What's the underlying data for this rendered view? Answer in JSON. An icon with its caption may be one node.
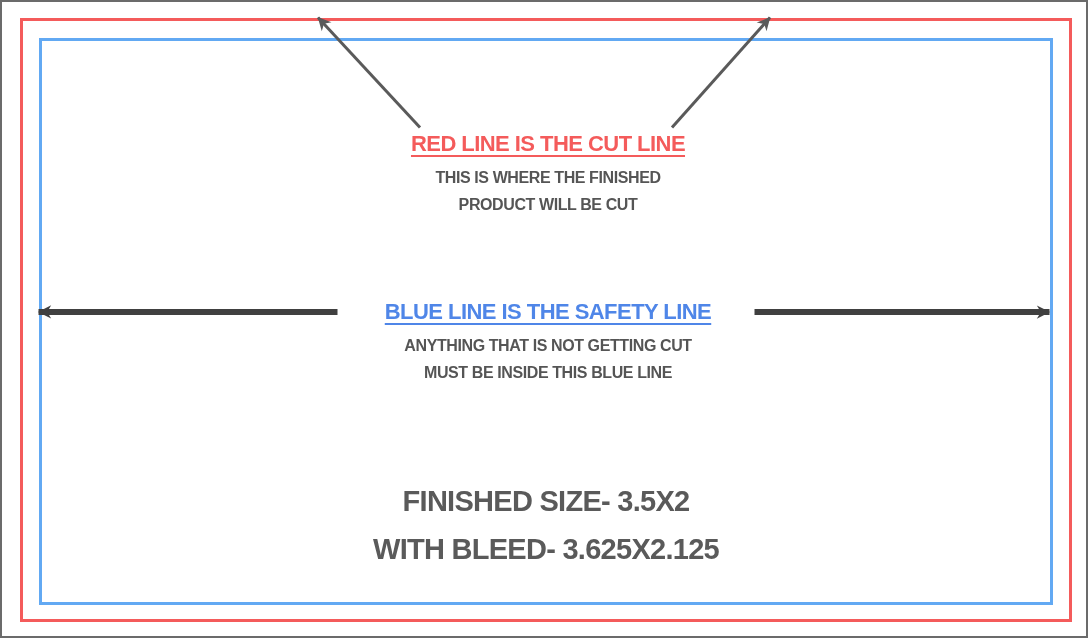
{
  "diagram": {
    "nodes": [
      {
        "text": [],
        "shape": "box"
      },
      {
        "text": [],
        "shape": "box",
        "in": 0
      },
      {
        "text": [
          "RED LINE IS THE CUT LINE",
          "THIS IS WHERE THE FINISHED PRODUCT WILL BE CUT"
        ],
        "in": 1
      },
      {
        "text": [
          "BLUE LINE IS THE SAFETY LINE",
          "ANYTHING THAT IS NOT GETTING CUT MUST BE INSIDE THIS BLUE LINE"
        ],
        "in": 1
      }
    ],
    "edges": [
      {
        "from": 2,
        "to": 0,
        "arrow": "to"
      },
      {
        "from": 2,
        "to": 0,
        "arrow": "to"
      },
      {
        "from": 3,
        "to": 1,
        "arrow": "to",
        "style": "thick",
        "color": "#404040"
      },
      {
        "from": 3,
        "to": 1,
        "arrow": "to",
        "style": "thick",
        "color": "#404040"
      }
    ],
    "labels": [
      "FINISHED SIZE- 3.5X2",
      "WITH BLEED- 3.625X2.125"
    ]
  }
}
